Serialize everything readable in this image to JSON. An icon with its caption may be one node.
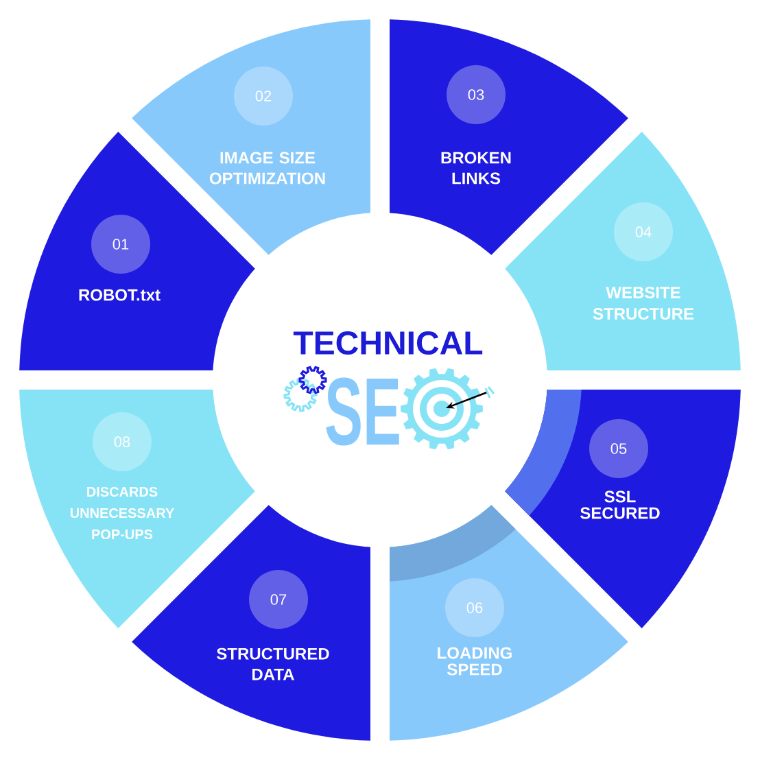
{
  "diagram": {
    "title": "TECHNICAL",
    "nodes": [
      {
        "text": [
          "ROBOT.txt"
        ]
      },
      {
        "text": [
          "01"
        ],
        "in": 0
      },
      {
        "text": [
          "IMAGE SIZE OPTIMIZATION"
        ]
      },
      {
        "text": [
          "02"
        ],
        "in": 2
      },
      {
        "text": [
          "BROKEN LINKS"
        ]
      },
      {
        "text": [
          "03"
        ],
        "in": 4
      },
      {
        "text": [
          "WEBSITE STRUCTURE"
        ]
      },
      {
        "text": [
          "04"
        ],
        "in": 6
      },
      {
        "text": [
          "SSL SECURED"
        ]
      },
      {
        "text": [
          "05"
        ],
        "in": 8
      },
      {
        "text": [
          "LOADING SPEED"
        ]
      },
      {
        "text": [
          "06"
        ],
        "in": 10
      },
      {
        "text": [
          "STRUCTURED DATA"
        ]
      },
      {
        "text": [
          "07"
        ],
        "in": 12
      },
      {
        "text": [
          "DISCARDS UNNECESSARY POP-UPS"
        ]
      },
      {
        "text": [
          "08"
        ],
        "in": 14
      }
    ],
    "labels": [
      "SE"
    ]
  }
}
